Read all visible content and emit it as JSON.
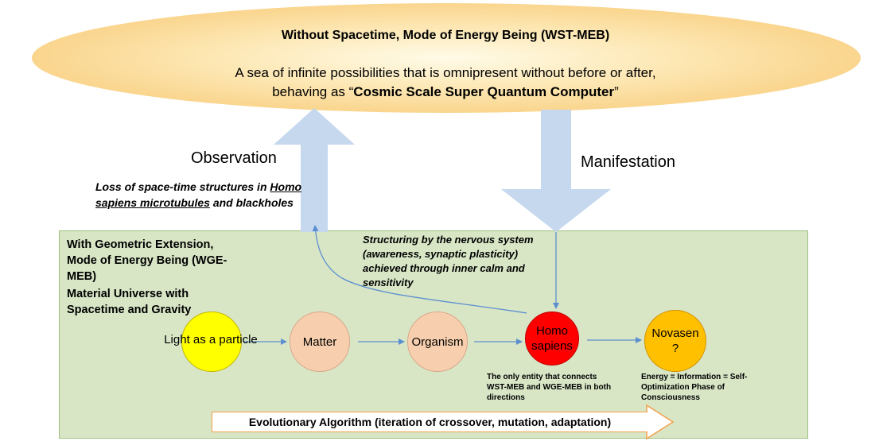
{
  "wst_meb": {
    "title": "Without Spacetime, Mode of Energy Being (WST-MEB)",
    "desc_line1": "A sea of infinite possibilities that is omnipresent without before or after,",
    "desc_line2_prefix": "behaving as “",
    "desc_line2_bold": "Cosmic Scale Super Quantum Computer",
    "desc_line2_suffix": "”"
  },
  "observation_label": "Observation",
  "manifestation_label": "Manifestation",
  "observation_note": {
    "part1": "Loss of space-time structures in ",
    "part2_underlined": "Homo sapiens microtubules",
    "part3": " and blackholes"
  },
  "structuring_note": "Structuring by the nervous system (awareness, synaptic plasticity) achieved through inner calm and sensitivity",
  "wge_meb": {
    "title": "With Geometric Extension, Mode of Energy Being (WGE-MEB)",
    "subtitle": "Material Universe with Spacetime and Gravity"
  },
  "nodes": {
    "light": "Light as a particle",
    "matter": "Matter",
    "organism": "Organism",
    "homo": "Homo sapiens",
    "novasen": "Novasen ?"
  },
  "homo_note": "The only entity that connects WST-MEB and WGE-MEB in both directions",
  "novasen_note": "Energy = Information = Self-Optimization Phase of Consciousness",
  "evolution_label": "Evolutionary Algorithm (iteration of crossover, mutation, adaptation)",
  "colors": {
    "arrow_blue": "#c5d8ee",
    "connector_blue": "#5b8fcf",
    "green_box": "#d8e6c6",
    "light": "#ffff00",
    "matter": "#f7cfae",
    "homo": "#ff0000",
    "novasen": "#ffc000",
    "evolution_border": "#f4a04a"
  }
}
